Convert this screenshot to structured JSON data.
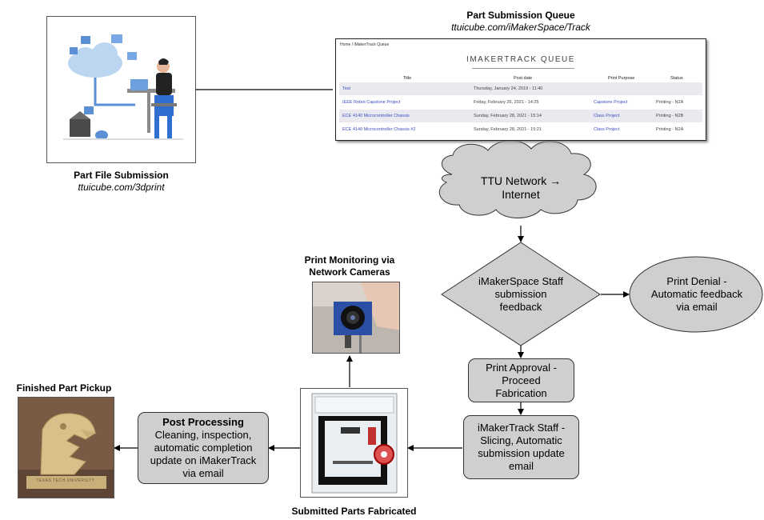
{
  "captions": {
    "submission_title": "Part File Submission",
    "submission_url": "ttuicube.com/3dprint",
    "queue_title": "Part Submission Queue",
    "queue_url": "ttuicube.com/iMakerSpace/Track",
    "monitoring_title": "Print Monitoring via Network Cameras",
    "pickup_title": "Finished Part Pickup",
    "fabricated_title": "Submitted Parts Fabricated"
  },
  "nodes": {
    "network": "TTU Network → Internet",
    "staff_feedback": "iMakerSpace Staff submission feedback",
    "denial": "Print Denial - Automatic feedback via email",
    "approval": "Print Approval - Proceed Fabrication",
    "slicing": "iMakerTrack Staff - Slicing, Automatic submission update email",
    "post_title": "Post Processing",
    "post_body": "Cleaning, inspection, automatic completion update on iMakerTrack via email"
  },
  "queue": {
    "breadcrumb": "Home / iMakerTrack Queue",
    "heading": "IMAKERTRACK QUEUE",
    "columns": [
      "Title",
      "Post date",
      "Print Purpose",
      "Status"
    ],
    "rows": [
      {
        "title": "Test",
        "date": "Thursday, January 24, 2019 - 11:40",
        "purpose": "",
        "status": ""
      },
      {
        "title": "IEEE Robot Capstone Project",
        "date": "Friday, February 26, 2021 - 14:25",
        "purpose": "Capstone Project",
        "status": "Printing - N2A"
      },
      {
        "title": "ECE 4140 Microcontroller Chassis",
        "date": "Sunday, February 28, 2021 - 15:14",
        "purpose": "Class Project",
        "status": "Printing - N2B"
      },
      {
        "title": "ECE 4140 Microcontroller Chassis #2",
        "date": "Sunday, February 28, 2021 - 15:21",
        "purpose": "Class Project",
        "status": "Printing - N2A"
      }
    ]
  },
  "pickup_plaque_text": "TEXAS TECH UNIVERSITY",
  "colors": {
    "node_fill": "#cfcfcf",
    "stroke": "#333333",
    "link": "#3d4ec2",
    "plaque": "#c9b07a"
  }
}
